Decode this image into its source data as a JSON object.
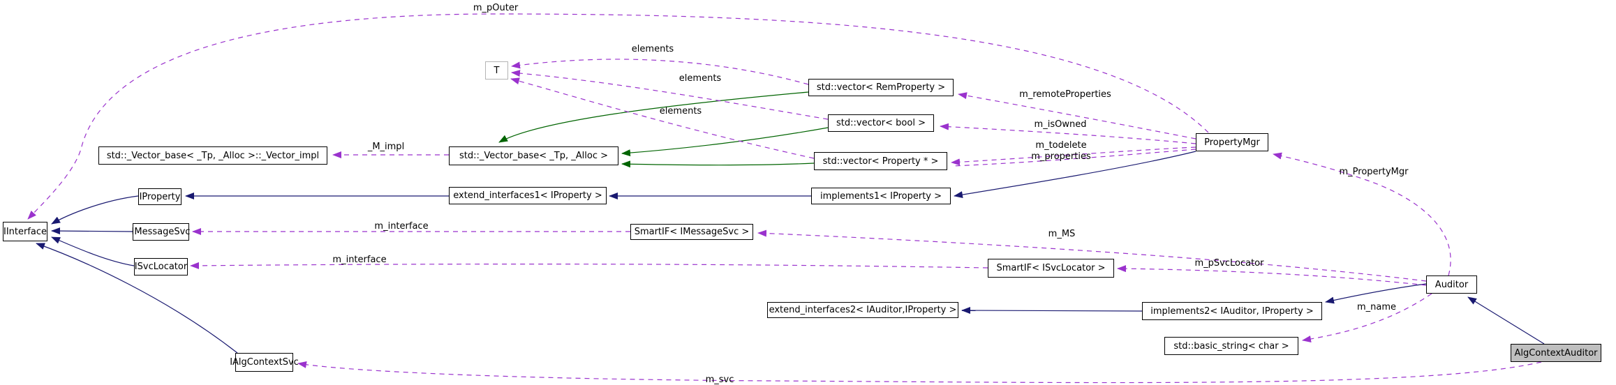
{
  "diagram_type": "collaboration-graph",
  "colors": {
    "inheritance_edge": "#191970",
    "protected_inheritance_edge": "#006400",
    "usage_edge": "#9a32cd",
    "node_border": "#000000",
    "node_background": "#ffffff",
    "current_node_fill": "#bfbfbf",
    "template_param_border": "#b4b4b4"
  },
  "nodes": {
    "iinterface": "IInterface",
    "iproperty": "IProperty",
    "imessagesvc": "IMessageSvc",
    "isvclocator": "ISvcLocator",
    "ialgcontextsvc": "IAlgContextSvc",
    "vector_impl": "std::_Vector_base< _Tp, _Alloc >::_Vector_impl",
    "vector_base": "std::_Vector_base< _Tp, _Alloc >",
    "extend_interfaces1": "extend_interfaces1< IProperty >",
    "t": "T",
    "vector_remproperty": "std::vector< RemProperty >",
    "vector_bool": "std::vector< bool >",
    "vector_property": "std::vector< Property * >",
    "implements1": "implements1< IProperty >",
    "smartif_imessagesvc": "SmartIF< IMessageSvc >",
    "smartif_isvclocator": "SmartIF< ISvcLocator >",
    "extend_interfaces2": "extend_interfaces2< IAuditor,IProperty >",
    "implements2": "implements2< IAuditor, IProperty >",
    "basic_string": "std::basic_string< char >",
    "propertymgr": "PropertyMgr",
    "auditor": "Auditor",
    "algcontextauditor": "AlgContextAuditor"
  },
  "edge_labels": {
    "m_pOuter": "m_pOuter",
    "elements_top": "elements",
    "elements_mid": "elements",
    "elements_bottom": "elements",
    "_M_impl": "_M_impl",
    "m_remoteProperties": "m_remoteProperties",
    "m_isOwned": "m_isOwned",
    "m_todelete": "m_todelete",
    "m_properties": "m_properties",
    "m_interface_msg": "m_interface",
    "m_interface_loc": "m_interface",
    "m_MS": "m_MS",
    "m_pSvcLocator": "m_pSvcLocator",
    "m_PropertyMgr": "m_PropertyMgr",
    "m_name": "m_name",
    "m_svc": "m_svc"
  }
}
